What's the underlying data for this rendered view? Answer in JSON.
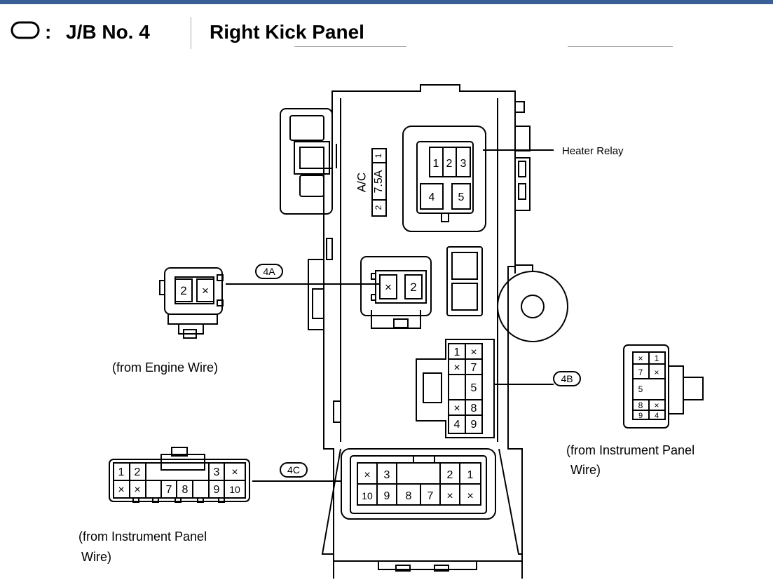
{
  "header": {
    "legend_symbol": "oval-symbol",
    "colon": ":",
    "jb_label": "J/B No. 4",
    "title": "Right Kick Panel"
  },
  "fuse": {
    "name": "A/C",
    "rating": "7.5A",
    "pin_top": "1",
    "pin_bottom": "2"
  },
  "heater_relay": {
    "label": "Heater Relay",
    "pins": [
      "1",
      "2",
      "3",
      "4",
      "5"
    ]
  },
  "connectors": {
    "c4A": {
      "id": "4A",
      "caption": "(from Engine Wire)",
      "box_cells": [
        "×",
        "2"
      ],
      "plug_cells": [
        "2",
        "×"
      ]
    },
    "c4B": {
      "id": "4B",
      "caption_line1": "(from Instrument Panel",
      "caption_line2": "Wire)",
      "box_cells": [
        "1",
        "×",
        "×",
        "7",
        "5",
        "×",
        "8",
        "4",
        "9"
      ],
      "plug_cells": [
        "×",
        "1",
        "7",
        "×",
        "5",
        "8",
        "×",
        "9",
        "4"
      ]
    },
    "c4C": {
      "id": "4C",
      "caption_line1": "(from Instrument Panel",
      "caption_line2": "Wire)",
      "box_cells": [
        "×",
        "3",
        "2",
        "1",
        "10",
        "9",
        "8",
        "7",
        "×",
        "×"
      ],
      "plug_cells": [
        "1",
        "2",
        "3",
        "×",
        "×",
        "×",
        "7",
        "8",
        "9",
        "10"
      ]
    }
  }
}
